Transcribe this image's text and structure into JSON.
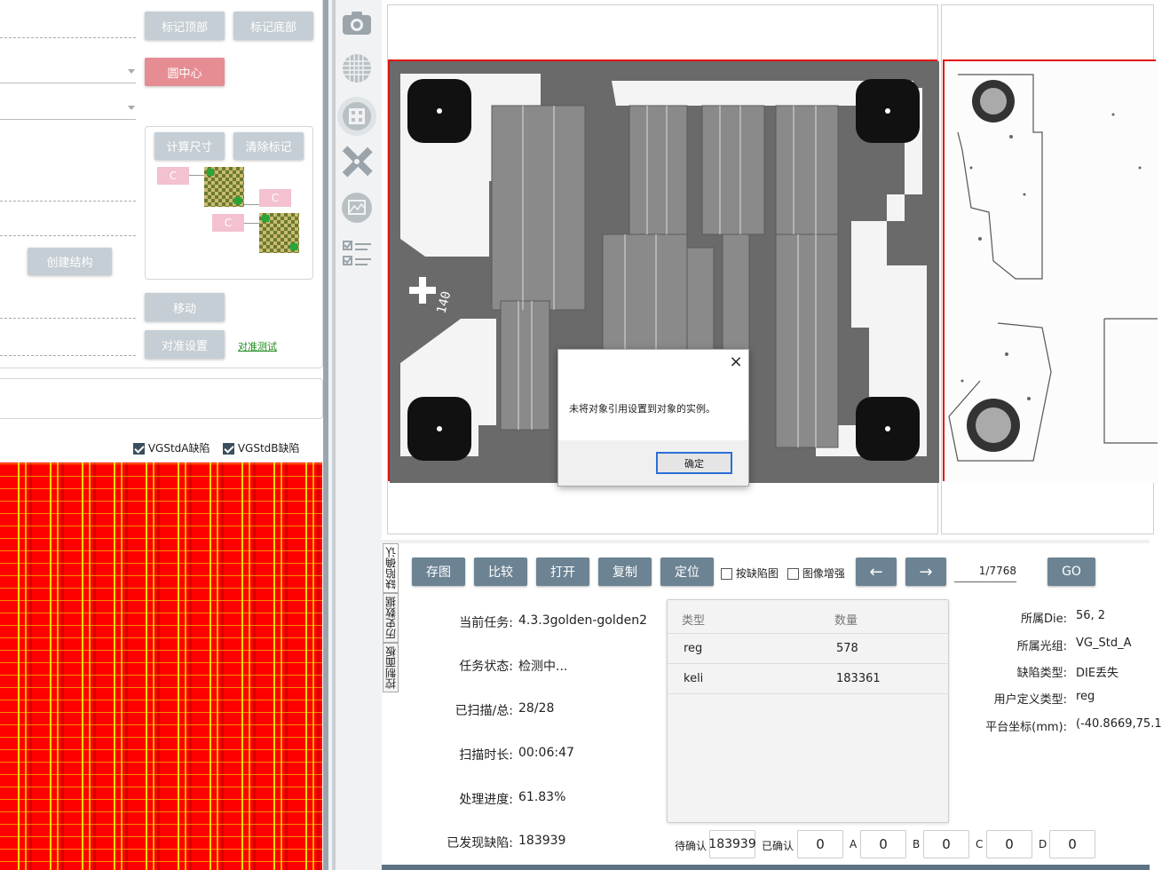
{
  "left_panel": {
    "mark_top": "标记顶部",
    "mark_bottom": "标记底部",
    "circle_center": "圆中心",
    "calc_size": "计算尺寸",
    "clear_marks": "清除标记",
    "create_struct": "创建结构",
    "move": "移动",
    "align_settings": "对准设置",
    "align_test": "对准测试",
    "marker_c": "C",
    "legend_a": "VGStdA缺陷",
    "legend_b": "VGStdB缺陷"
  },
  "dialog": {
    "message": "未将对象引用设置到对象的实例。",
    "ok": "确定",
    "close": "×"
  },
  "die_view": {
    "label_140": "140"
  },
  "vertical_tabs": [
    "缺陷确认",
    "历史数据",
    "控制面板"
  ],
  "toolbar": {
    "save_image": "存图",
    "compare": "比较",
    "open": "打开",
    "copy": "复制",
    "locate": "定位",
    "by_defect_image": "按缺陷图",
    "image_enhance": "图像增强",
    "prev": "←",
    "next": "→",
    "page": "1/7768",
    "go": "GO"
  },
  "status": {
    "task_label": "当前任务:",
    "task_value": "4.3.3golden-golden2",
    "state_label": "任务状态:",
    "state_value": "检测中...",
    "scanned_label": "已扫描/总:",
    "scanned_value": "28/28",
    "duration_label": "扫描时长:",
    "duration_value": "00:06:47",
    "progress_label": "处理进度:",
    "progress_value": "61.83%",
    "found_label": "已发现缺陷:",
    "found_value": "183939"
  },
  "defect_table": {
    "headers": [
      "类型",
      "数量"
    ],
    "rows": [
      {
        "type": "reg",
        "count": "578"
      },
      {
        "type": "keli",
        "count": "183361"
      }
    ]
  },
  "defect_info": {
    "die_label": "所属Die:",
    "die_value": "56, 2",
    "group_label": "所属光组:",
    "group_value": "VG_Std_A",
    "type_label": "缺陷类型:",
    "type_value": "DIE丢失",
    "user_type_label": "用户定义类型:",
    "user_type_value": "reg",
    "coord_label": "平台坐标(mm):",
    "coord_value": "(-40.8669,75.1"
  },
  "confirm": {
    "pending_label": "待确认",
    "pending_value": "183939",
    "confirmed_label": "已确认",
    "confirmed_value": "0",
    "a_label": "A",
    "a_value": "0",
    "b_label": "B",
    "b_value": "0",
    "c_label": "C",
    "c_value": "0",
    "d_label": "D",
    "d_value": "0"
  },
  "colors": {
    "wafer_red": "#ff0000",
    "defect_yellow": "#f2e600",
    "button_gray": "#c5ced4",
    "button_pink": "#e68d93",
    "button_dark": "#6c8393",
    "frame_red": "#e01010"
  }
}
